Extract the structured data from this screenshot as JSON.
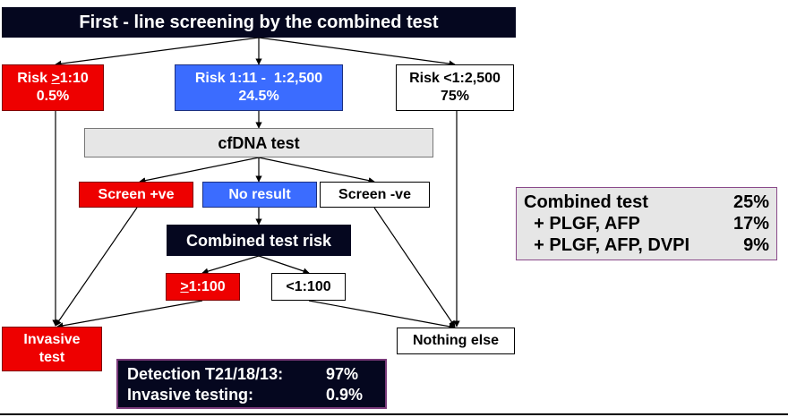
{
  "title": "First - line screening by the combined test",
  "risk_high": {
    "prefix": "Risk ",
    "symbol": ">",
    "ratio": "1:10",
    "percent": "0.5%"
  },
  "risk_mid": {
    "label": "Risk 1:11 -  1:2,500",
    "percent": "24.5%"
  },
  "risk_low": {
    "label": "Risk <1:2,500",
    "percent": "75%"
  },
  "cfdna": {
    "label": "cfDNA test"
  },
  "screen_pos": {
    "label": "Screen +ve"
  },
  "no_result": {
    "label": "No result"
  },
  "screen_neg": {
    "label": "Screen -ve"
  },
  "combined_risk": {
    "label": "Combined test risk"
  },
  "risk_ge_100": {
    "symbol": ">",
    "ratio": "1:100"
  },
  "risk_lt_100": {
    "label": "<1:100"
  },
  "invasive": {
    "line1": "Invasive",
    "line2": "test"
  },
  "nothing_else": {
    "label": "Nothing else"
  },
  "stats": [
    {
      "label": "Combined test",
      "value": "25%"
    },
    {
      "label": "  + PLGF, AFP",
      "value": "17%"
    },
    {
      "label": "  + PLGF, AFP, DVPI",
      "value": "9%"
    }
  ],
  "summary": [
    {
      "label": "Detection T21/18/13:",
      "value": "97%"
    },
    {
      "label": "Invasive testing:",
      "value": "0.9%"
    }
  ],
  "colors": {
    "red": "#ee0000",
    "blue": "#3b6cff",
    "dark": "#05071f",
    "grey": "#e6e6e6"
  }
}
